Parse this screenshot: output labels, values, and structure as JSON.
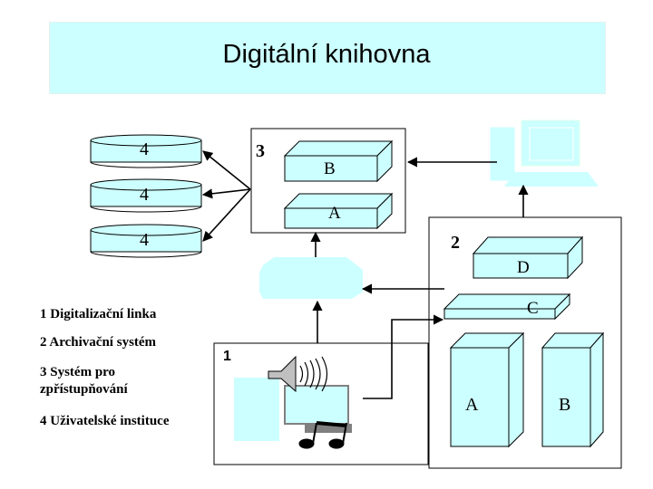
{
  "title": "Digitální knihovna",
  "disk_labels": [
    "4",
    "4",
    "4"
  ],
  "server_group": {
    "number": "3",
    "upper_box_label": "B",
    "lower_box_label": "A"
  },
  "archive_group": {
    "number": "2",
    "upper_box_label": "D",
    "lower_box_label": "C",
    "tower_left_label": "A",
    "tower_right_label": "B"
  },
  "digitization_group": {
    "number": "1"
  },
  "legend": [
    "1 Digitalizační linka",
    "2  Archivační systém",
    "3 Systém pro zpřístupňování",
    "4 Uživatelské instituce"
  ],
  "colors": {
    "banner": "#ccffff",
    "box_fill": "#ccffff",
    "line": "#000000"
  },
  "icons": [
    "computer-icon",
    "scanner-icon",
    "speaker-icon",
    "sound-waves-icon",
    "music-notes-icon",
    "disk-cylinder-icon"
  ]
}
